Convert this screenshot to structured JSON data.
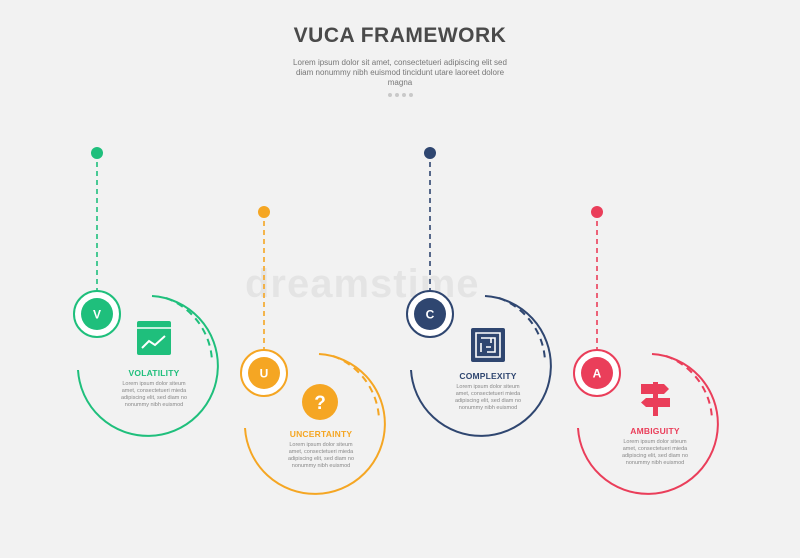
{
  "header": {
    "title": "VUCA FRAMEWORK",
    "subtitle": "Lorem ipsum dolor sit amet, consectetueri adipiscing elit sed diam nonummy nibh euismod tincidunt utare laoreet dolore magna"
  },
  "watermark": "dreamstime",
  "items": [
    {
      "letter": "V",
      "label": "VOLATILITY",
      "color": "#1fbf7c",
      "icon": "chart-trend-icon",
      "desc": "Lorem ipsum dolor siteum amet, consectetueri mieda adipiscing elit, sed diam no nonummy nibh euismod"
    },
    {
      "letter": "U",
      "label": "UNCERTAINTY",
      "color": "#f5a623",
      "icon": "question-icon",
      "desc": "Lorem ipsum dolor siteum amet, consectetueri mieda adipiscing elit, sed diam no nonummy nibh euismod"
    },
    {
      "letter": "C",
      "label": "COMPLEXITY",
      "color": "#2f4670",
      "icon": "maze-icon",
      "desc": "Lorem ipsum dolor siteum amet, consectetueri mieda adipiscing elit, sed diam no nonummy nibh euismod"
    },
    {
      "letter": "A",
      "label": "AMBIGUITY",
      "color": "#ea3e5a",
      "icon": "signpost-icon",
      "desc": "Lorem ipsum dolor siteum amet, consectetueri mieda adipiscing elit, sed diam no nonummy nibh euismod"
    }
  ]
}
